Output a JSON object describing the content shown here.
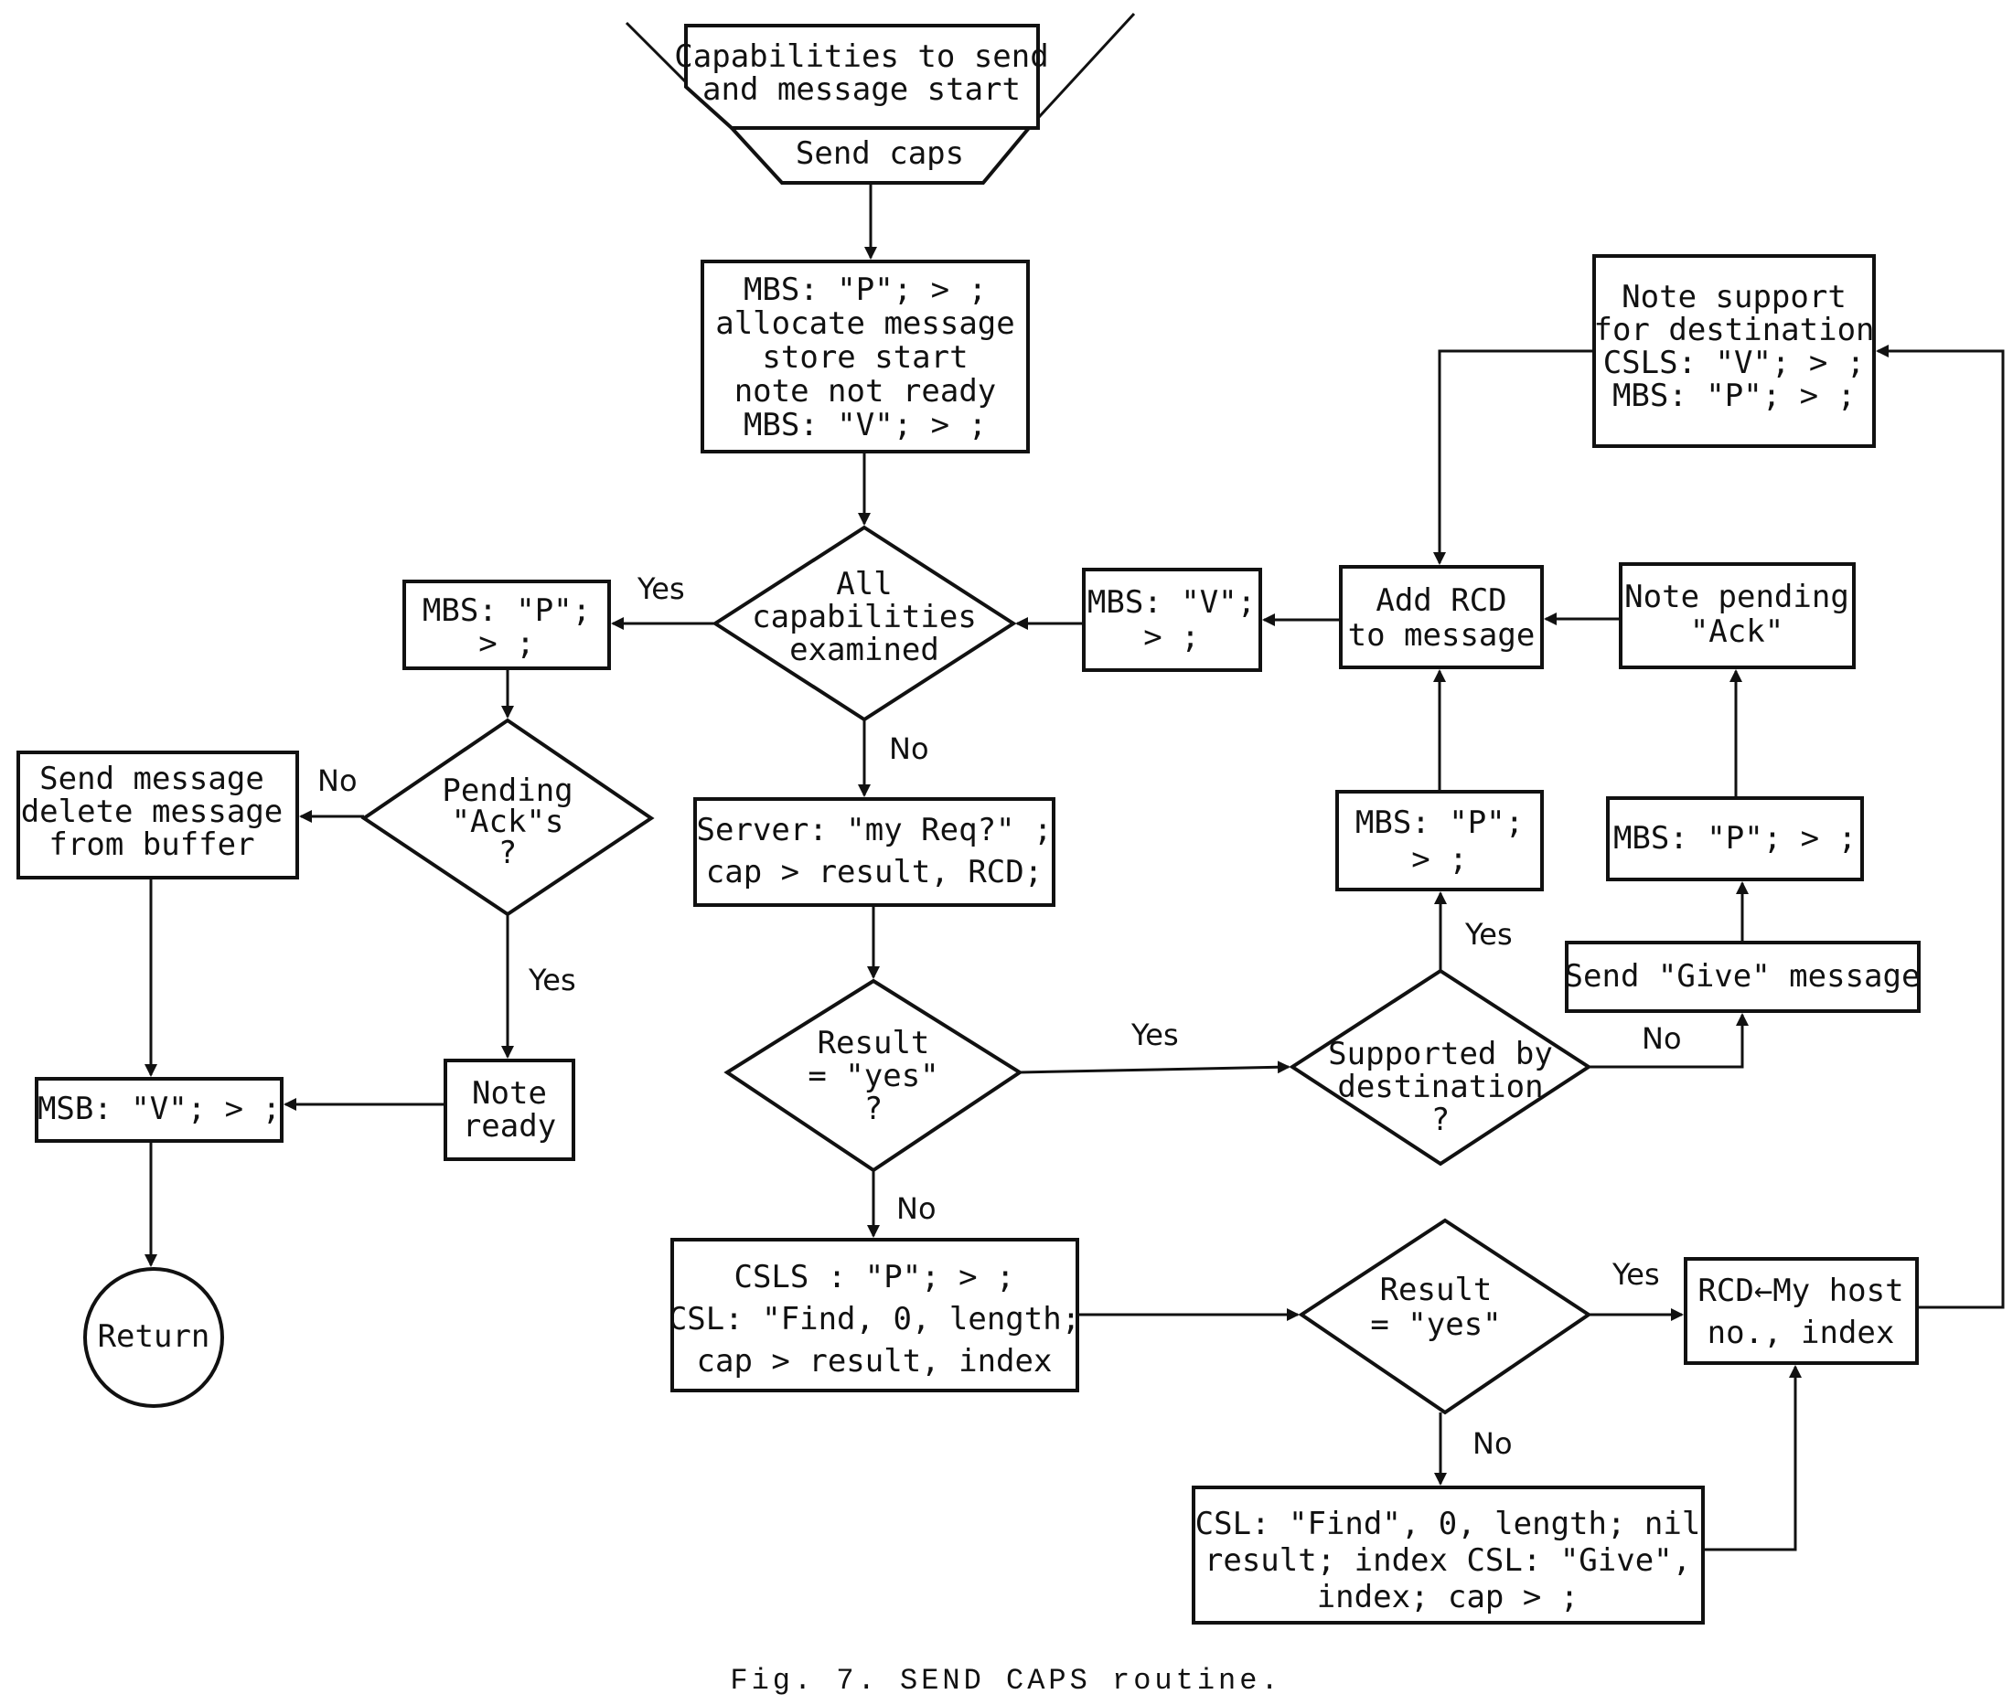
{
  "nodes": [
    {
      "id": "start",
      "lines": [
        "Capabilities to send",
        "and message start"
      ]
    },
    {
      "id": "send_caps",
      "lines": [
        "Send caps"
      ]
    },
    {
      "id": "mbs_alloc",
      "lines": [
        "MBS: \"P\"; > ;",
        "allocate message",
        "store start",
        "note not ready",
        "MBS: \"V\"; > ;"
      ]
    },
    {
      "id": "all_caps",
      "lines": [
        "All",
        "capabilities",
        "examined"
      ]
    },
    {
      "id": "mbs_p_left",
      "lines": [
        "MBS: \"P\";",
        "> ;"
      ]
    },
    {
      "id": "pending_ack",
      "lines": [
        "Pending",
        "\"Ack\"s",
        "?"
      ]
    },
    {
      "id": "send_delete",
      "lines": [
        "Send message",
        "delete message",
        "from buffer"
      ]
    },
    {
      "id": "note_ready",
      "lines": [
        "Note",
        "ready"
      ]
    },
    {
      "id": "msb_v",
      "lines": [
        "MSB: \"V\"; > ;"
      ]
    },
    {
      "id": "return",
      "lines": [
        "Return"
      ]
    },
    {
      "id": "server",
      "lines": [
        "Server:  \"my Req?\" ;",
        "cap > result, RCD;"
      ]
    },
    {
      "id": "result_yes_1",
      "lines": [
        "Result",
        "= \"yes\"",
        "?"
      ]
    },
    {
      "id": "csls",
      "lines": [
        "CSLS : \"P\"; > ;",
        "CSL: \"Find, 0, length;",
        "cap > result, index"
      ]
    },
    {
      "id": "result_yes_2",
      "lines": [
        "Result",
        "= \"yes\""
      ]
    },
    {
      "id": "csl_find",
      "lines": [
        "CSL: \"Find\", 0, length; nil",
        "result; index CSL: \"Give\",",
        "index; cap > ;"
      ]
    },
    {
      "id": "rcd_host",
      "lines": [
        "RCD←My host",
        "no., index"
      ]
    },
    {
      "id": "note_support",
      "lines": [
        "Note support",
        "for destination",
        "CSLS: \"V\"; > ;",
        "MBS: \"P\";  > ;"
      ]
    },
    {
      "id": "mbs_v_mid",
      "lines": [
        "MBS: \"V\";",
        "> ;"
      ]
    },
    {
      "id": "add_rcd",
      "lines": [
        "Add RCD",
        "to message"
      ]
    },
    {
      "id": "note_pending",
      "lines": [
        "Note pending",
        "\"Ack\""
      ]
    },
    {
      "id": "mbs_p_mid",
      "lines": [
        "MBS: \"P\";",
        "> ;"
      ]
    },
    {
      "id": "supported",
      "lines": [
        "Supported by",
        "destination",
        "?"
      ]
    },
    {
      "id": "mbs_p_right",
      "lines": [
        "MBS: \"P\"; > ;"
      ]
    },
    {
      "id": "send_give",
      "lines": [
        "Send \"Give\" message"
      ]
    }
  ],
  "edge_labels": {
    "all_yes": "Yes",
    "all_no": "No",
    "pending_no": "No",
    "pending_yes": "Yes",
    "result1_yes": "Yes",
    "result1_no": "No",
    "supported_yes": "Yes",
    "supported_no": "No",
    "result2_yes": "Yes",
    "result2_no": "No"
  },
  "caption": "Fig. 7.   SEND CAPS routine."
}
